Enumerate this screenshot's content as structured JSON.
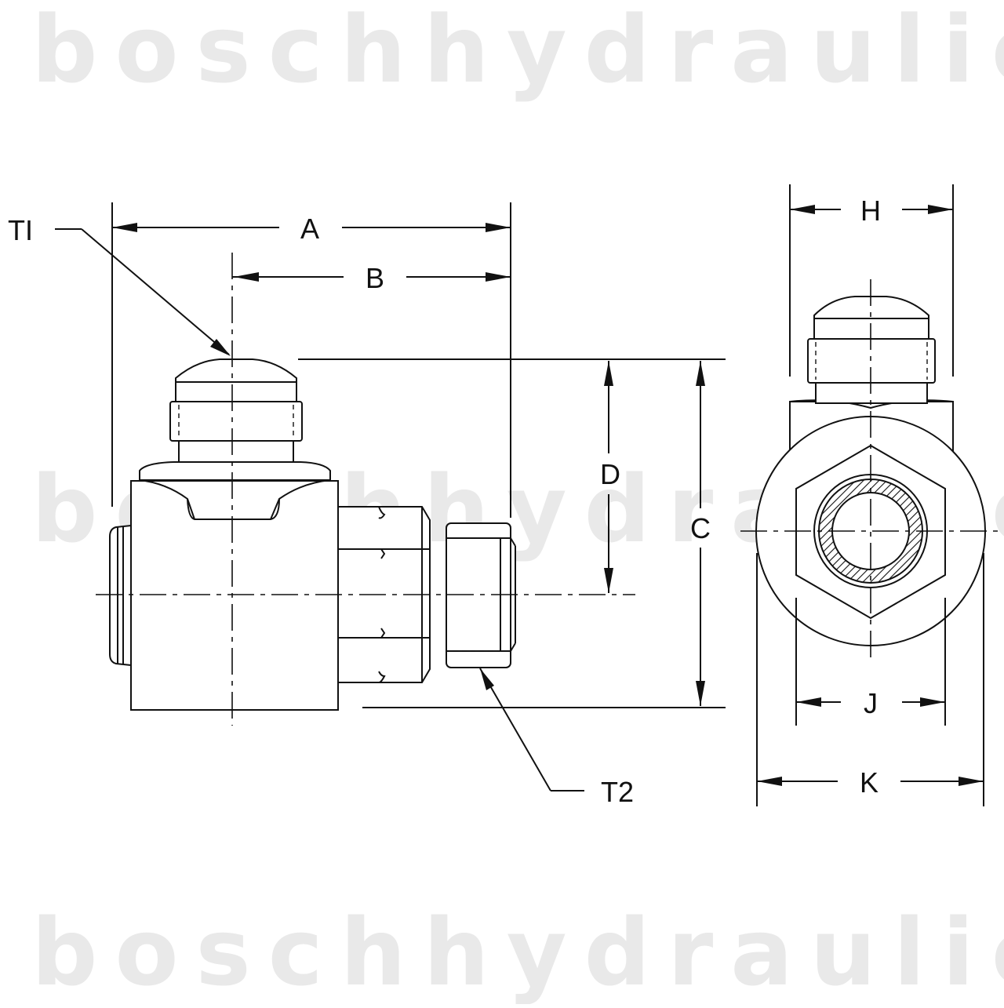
{
  "watermark": {
    "text": "boschhydraulic.com"
  },
  "side_view": {
    "port_labels": {
      "t1": "TI",
      "t2": "T2"
    },
    "dimensions": {
      "a": "A",
      "b": "B",
      "c": "C",
      "d": "D"
    }
  },
  "end_view": {
    "dimensions": {
      "h": "H",
      "j": "J",
      "k": "K"
    }
  }
}
